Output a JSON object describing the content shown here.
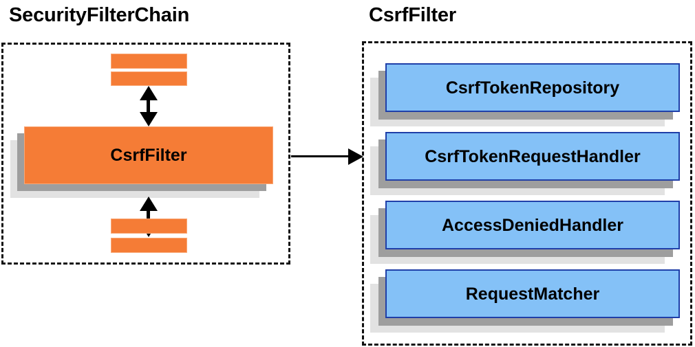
{
  "diagram": {
    "type": "component-relationship-diagram",
    "background_color": "#ffffff",
    "panels": [
      {
        "id": "security-filter-chain",
        "title": "SecurityFilterChain",
        "border_style": "dashed",
        "border_color": "#111111"
      },
      {
        "id": "csrf-filter",
        "title": "CsrfFilter",
        "border_style": "dashed",
        "border_color": "#111111"
      }
    ]
  },
  "left_panel": {
    "title": "SecurityFilterChain",
    "top_bars": [
      {
        "name": "filter-bar-top-1",
        "label": ""
      },
      {
        "name": "filter-bar-top-2",
        "label": ""
      }
    ],
    "highlighted_filter": {
      "label": "CsrfFilter",
      "fill_color": "#F57C36",
      "border_color": "#F9A877",
      "shadow_near_color": "#9e9e9e",
      "shadow_far_color": "#e2e2e2"
    },
    "bottom_bars": [
      {
        "name": "filter-bar-bottom-1",
        "label": ""
      },
      {
        "name": "filter-bar-bottom-2",
        "label": ""
      }
    ],
    "connectors": [
      {
        "name": "top-double-arrow",
        "direction": "bidirectional-vertical"
      },
      {
        "name": "bottom-double-arrow",
        "direction": "bidirectional-vertical"
      }
    ]
  },
  "cross_panel_connector": {
    "name": "csrf-filter-expands-to-arrow",
    "direction": "left-to-right",
    "color": "#000000"
  },
  "right_panel": {
    "title": "CsrfFilter",
    "collaborators": [
      {
        "label": "CsrfTokenRepository",
        "fill_color": "#84C1F7",
        "border_color": "#1F3FA8"
      },
      {
        "label": "CsrfTokenRequestHandler",
        "fill_color": "#84C1F7",
        "border_color": "#1F3FA8"
      },
      {
        "label": "AccessDeniedHandler",
        "fill_color": "#84C1F7",
        "border_color": "#1F3FA8"
      },
      {
        "label": "RequestMatcher",
        "fill_color": "#84C1F7",
        "border_color": "#1F3FA8"
      }
    ]
  }
}
